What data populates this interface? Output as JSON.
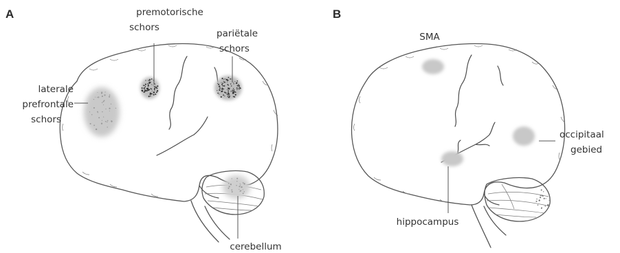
{
  "panels": [
    {
      "letter": "A",
      "labels": {
        "premotor_1": "premotorische",
        "premotor_2": "schors",
        "parietal_1": "pariëtale",
        "parietal_2": "schors",
        "prefrontal_1": "laterale",
        "prefrontal_2": "prefrontale",
        "prefrontal_3": "schors",
        "cerebellum": "cerebellum"
      }
    },
    {
      "letter": "B",
      "labels": {
        "sma": "SMA",
        "occipital_1": "occipitaal",
        "occipital_2": "gebied",
        "hippocampus": "hippocampus"
      }
    }
  ],
  "colors": {
    "outline": "#555555",
    "activation_shade": "#c9c9c9",
    "activation_dots": "#333333",
    "text": "#333333"
  }
}
